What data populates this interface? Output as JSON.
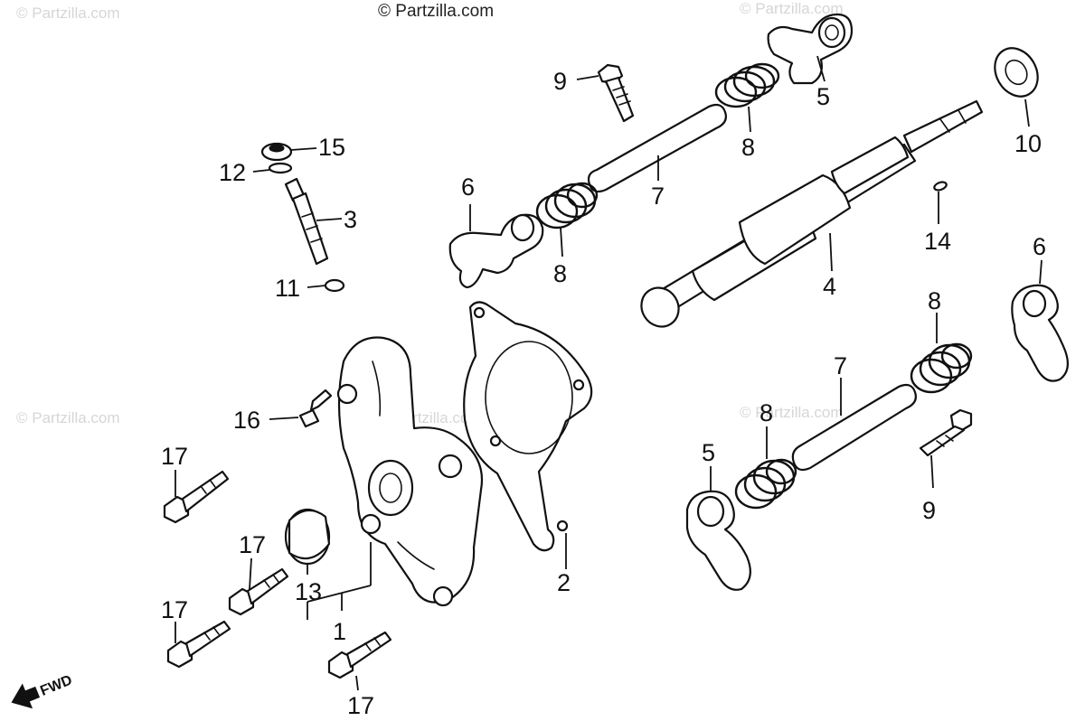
{
  "watermarks": {
    "top": "© Partzilla.com",
    "faint": "© Partzilla.com"
  },
  "direction": {
    "fwd": "FWD"
  },
  "callouts": {
    "c1": "1",
    "c2": "2",
    "c3": "3",
    "c4": "4",
    "c5a": "5",
    "c5b": "5",
    "c6a": "6",
    "c6b": "6",
    "c7a": "7",
    "c7b": "7",
    "c8a": "8",
    "c8b": "8",
    "c8c": "8",
    "c8d": "8",
    "c9a": "9",
    "c9b": "9",
    "c10": "10",
    "c11": "11",
    "c12": "12",
    "c13": "13",
    "c14": "14",
    "c15": "15",
    "c16": "16",
    "c17a": "17",
    "c17b": "17",
    "c17c": "17",
    "c17d": "17"
  }
}
